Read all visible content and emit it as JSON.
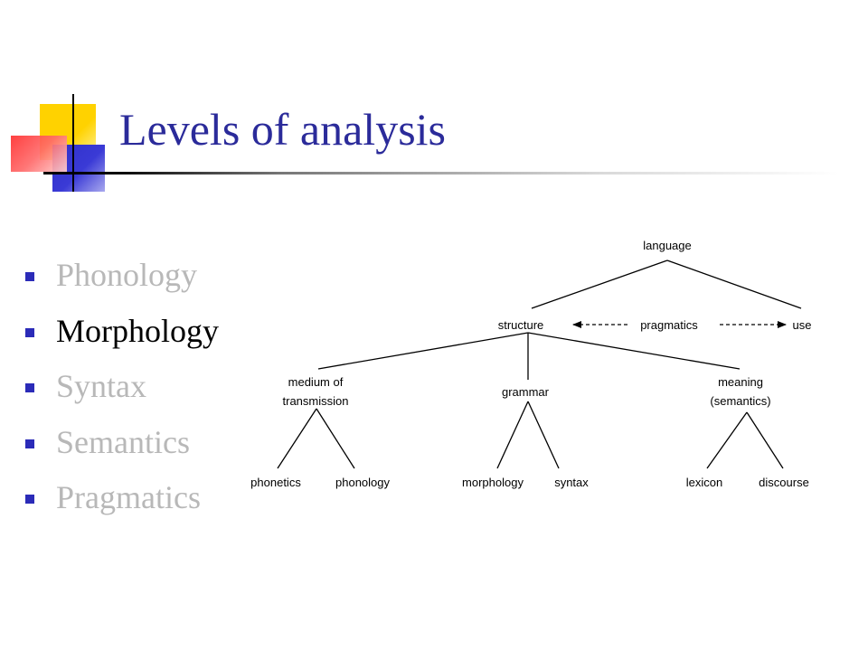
{
  "slide": {
    "title": "Levels of analysis",
    "bullets": [
      {
        "label": "Phonology",
        "active": false
      },
      {
        "label": "Morphology",
        "active": true
      },
      {
        "label": "Syntax",
        "active": false
      },
      {
        "label": "Semantics",
        "active": false
      },
      {
        "label": "Pragmatics",
        "active": false
      }
    ],
    "colors": {
      "title": "#2b2b9a",
      "bullet_marker": "#2b2bb8",
      "inactive_text": "#b8b8b8",
      "active_text": "#000000"
    }
  },
  "tree": {
    "language": "language",
    "structure": "structure",
    "pragmatics": "pragmatics",
    "use": "use",
    "medium_line1": "medium of",
    "medium_line2": "transmission",
    "grammar": "grammar",
    "meaning_line1": "meaning",
    "meaning_line2": "(semantics)",
    "phonetics": "phonetics",
    "phonology": "phonology",
    "morphology": "morphology",
    "syntax": "syntax",
    "lexicon": "lexicon",
    "discourse": "discourse"
  }
}
